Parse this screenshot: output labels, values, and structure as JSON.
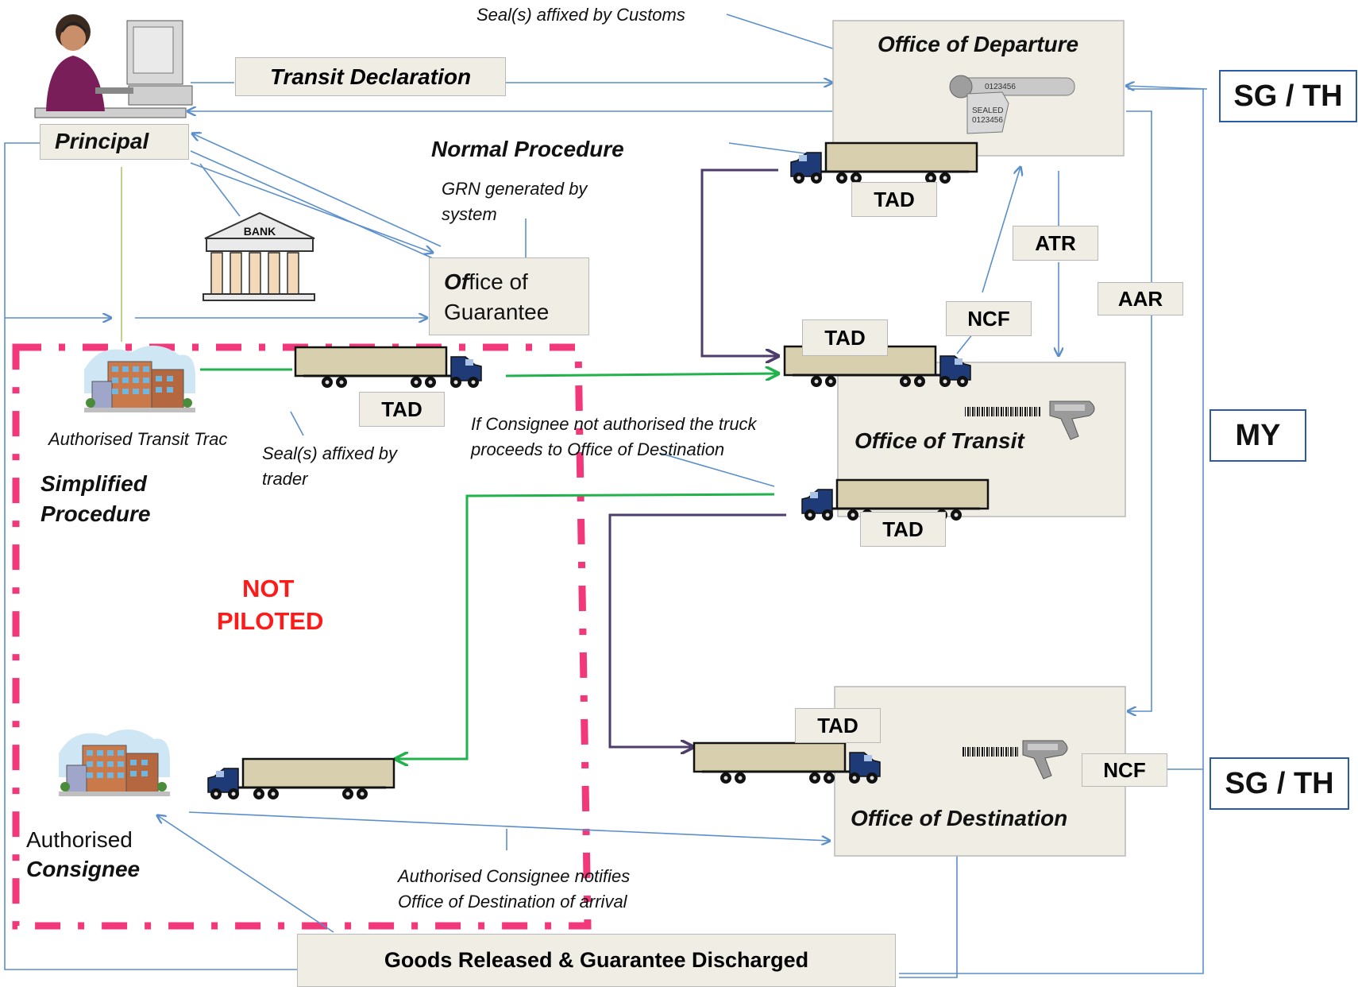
{
  "labels": {
    "transit_declaration": "Transit Declaration",
    "principal": "Principal",
    "normal_procedure": "Normal Procedure",
    "grn_note_line1": "GRN generated by",
    "grn_note_line2": "system",
    "office_guarantee_line1_a": "Of",
    "office_guarantee_line1_b": "fice of",
    "office_guarantee_line2": "Guarantee",
    "bank_sign": "BANK",
    "seal_customs": "Seal(s) affixed by Customs",
    "office_departure": "Office of Departure",
    "seal_tag_a": "0123456",
    "seal_tag_b": "SEALED",
    "seal_tag_c": "0123456",
    "tad_departure": "TAD",
    "atr": "ATR",
    "aar": "AAR",
    "ncf_transit": "NCF",
    "tad_transit_upper": "TAD",
    "office_transit": "Office of Transit",
    "tad_simplified": "TAD",
    "authorised_trader": "Authorised Transit Trac",
    "seal_trader_line1": "Seal(s) affixed by",
    "seal_trader_line2": "trader",
    "consignee_note_line1": "If Consignee not authorised the truck",
    "consignee_note_line2": "proceeds to Office of Destination",
    "tad_transit_lower": "TAD",
    "simplified_line1": "Simplified",
    "simplified_line2": "Procedure",
    "not_piloted_line1": "NOT",
    "not_piloted_line2": "PILOTED",
    "tad_destination": "TAD",
    "ncf_destination": "NCF",
    "office_destination": "Office of Destination",
    "authorised_consignee_line1": "Authorised",
    "authorised_consignee_line2": "Consignee",
    "notify_line1": "Authorised Consignee notifies",
    "notify_line2": "Office of Destination of arrival",
    "goods_released": "Goods Released & Guarantee Discharged"
  },
  "countries": {
    "top": "SG / TH",
    "middle": "MY",
    "bottom": "SG / TH"
  },
  "colors": {
    "box_fill": "#efede4",
    "flow_arrow": "#5b8fcb",
    "green_route": "#22b24c",
    "purple_route": "#4e3d6b",
    "pilot_boundary": "#f2387a",
    "not_piloted_text": "#ff1a1a",
    "country_border": "#2a5aa8"
  }
}
